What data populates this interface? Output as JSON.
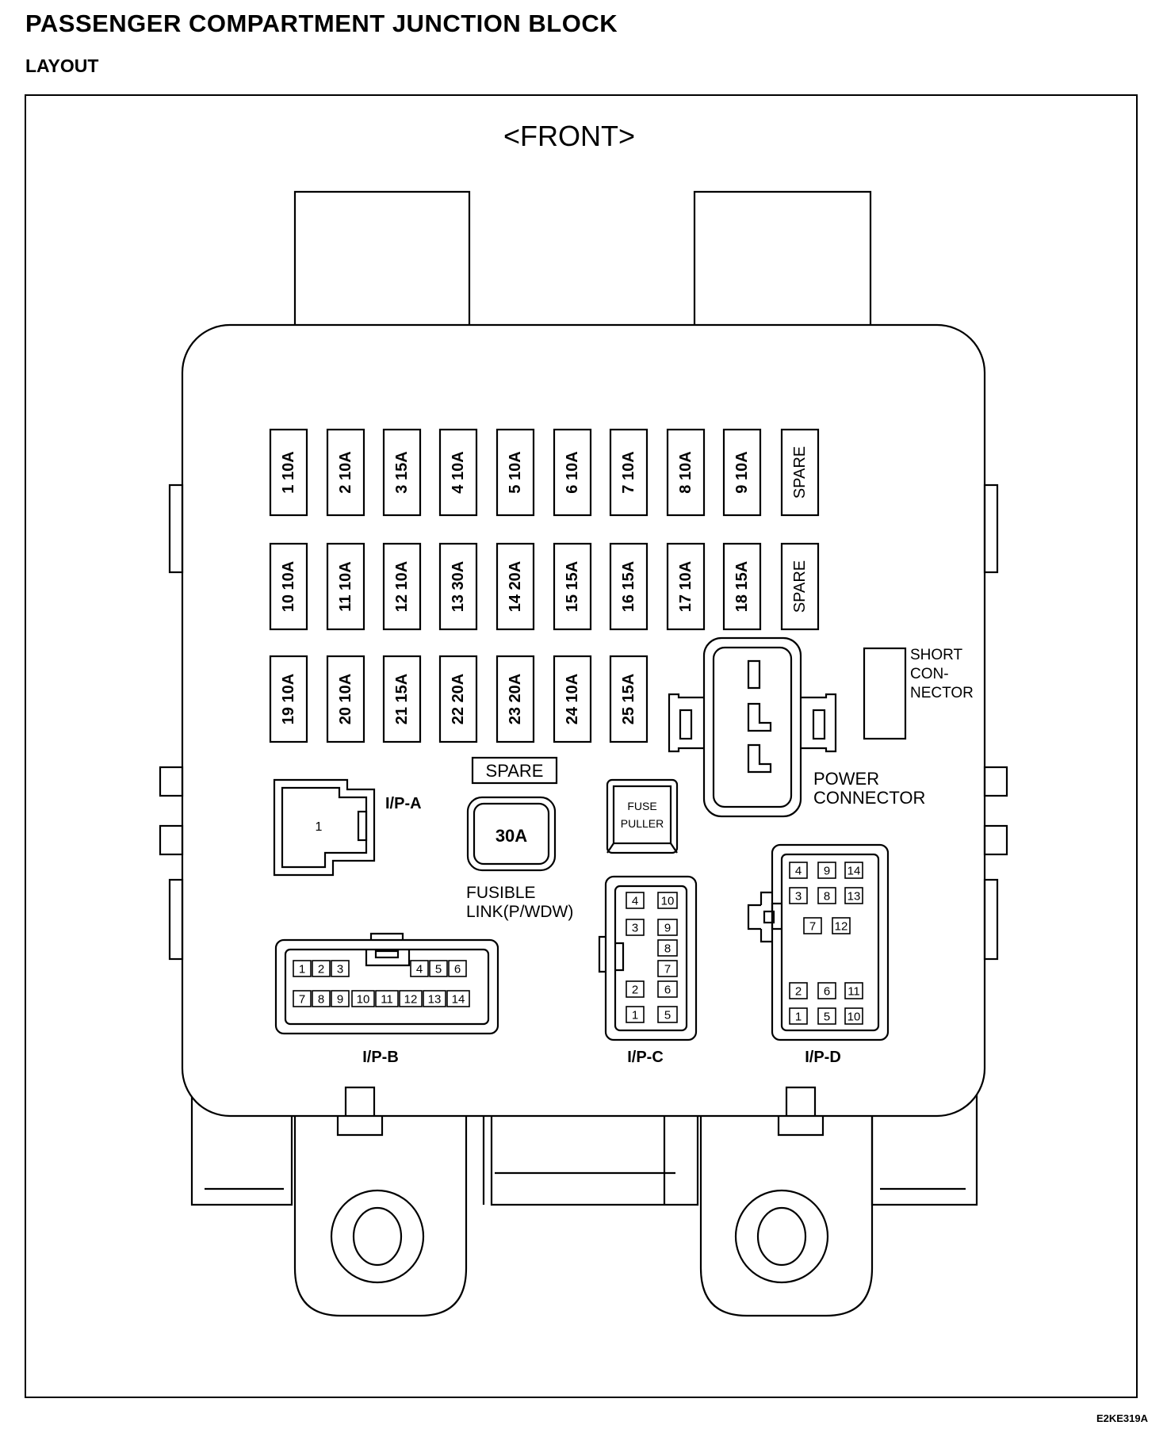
{
  "header": {
    "title": "PASSENGER COMPARTMENT JUNCTION BLOCK",
    "subtitle": "LAYOUT",
    "front_label": "<FRONT>",
    "figure_code": "E2KE319A"
  },
  "fuse_rows": [
    [
      "1  10A",
      "2  10A",
      "3  15A",
      "4  10A",
      "5  10A",
      "6  10A",
      "7  10A",
      "8  10A",
      "9  10A",
      "SPARE"
    ],
    [
      "10  10A",
      "11  10A",
      "12  10A",
      "13  30A",
      "14  20A",
      "15  15A",
      "16  15A",
      "17  10A",
      "18  15A",
      "SPARE"
    ],
    [
      "19  10A",
      "20  10A",
      "21  15A",
      "22  20A",
      "23  20A",
      "24  10A",
      "25  15A"
    ]
  ],
  "labels": {
    "short_connector": [
      "SHORT",
      "CON-",
      "NECTOR"
    ],
    "power_connector": [
      "POWER",
      "CONNECTOR"
    ],
    "spare_box": "SPARE",
    "fusible_link_value": "30A",
    "fusible_link": [
      "FUSIBLE",
      "LINK(P/WDW)"
    ],
    "fuse_puller": [
      "FUSE",
      "PULLER"
    ],
    "ip_a": "I/P-A",
    "ip_a_pin": "1",
    "ip_b": "I/P-B",
    "ip_c": "I/P-C",
    "ip_d": "I/P-D"
  },
  "connectors": {
    "ip_b": {
      "row1": [
        "1",
        "2",
        "3",
        "4",
        "5",
        "6"
      ],
      "row2": [
        "7",
        "8",
        "9",
        "10",
        "11",
        "12",
        "13",
        "14"
      ]
    },
    "ip_c": {
      "left": [
        "4",
        "3",
        "2",
        "1"
      ],
      "right": [
        "10",
        "9",
        "8",
        "7",
        "6",
        "5"
      ]
    },
    "ip_d": {
      "pins": [
        "4",
        "9",
        "14",
        "3",
        "8",
        "13",
        "7",
        "12",
        "2",
        "6",
        "11",
        "1",
        "5",
        "10"
      ]
    }
  }
}
